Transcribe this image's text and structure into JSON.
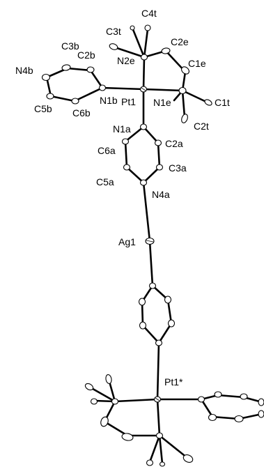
{
  "labels": {
    "c4t": "C4t",
    "c3t": "C3t",
    "c2e": "C2e",
    "n2e": "N2e",
    "c3b": "C3b",
    "c2b": "C2b",
    "c1e": "C1e",
    "n4b": "N4b",
    "n1b": "N1b",
    "pt1": "Pt1",
    "n1e": "N1e",
    "c1t": "C1t",
    "c5b": "C5b",
    "c6b": "C6b",
    "c2t": "C2t",
    "n1a": "N1a",
    "c6a": "C6a",
    "c2a": "C2a",
    "c3a": "C3a",
    "c5a": "C5a",
    "n4a": "N4a",
    "ag1": "Ag1",
    "pt1_star": "Pt1*"
  }
}
